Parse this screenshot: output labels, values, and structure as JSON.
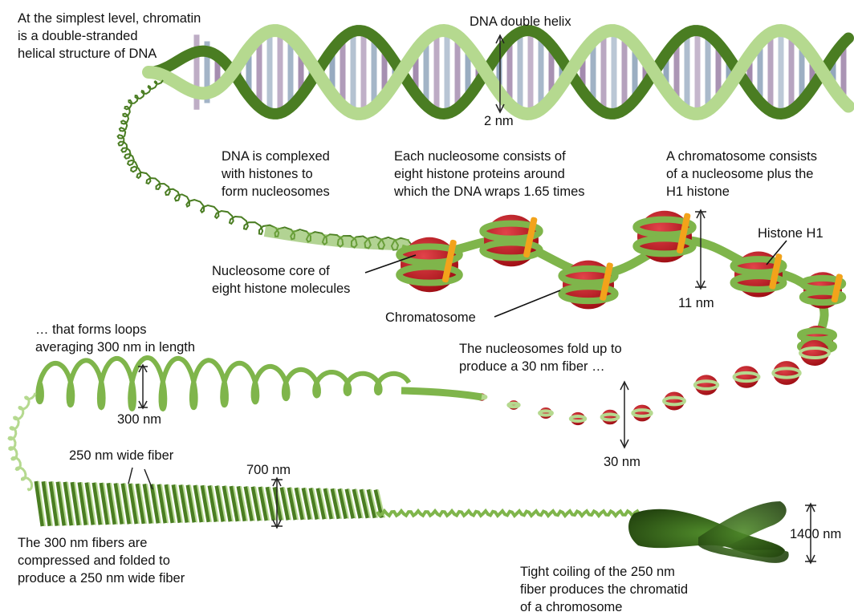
{
  "labels": {
    "chromatin_intro": "At the simplest level, chromatin\nis a double-stranded\nhelical structure of DNA",
    "dna_helix": "DNA double helix",
    "helix_width": "2 nm",
    "complexed": "DNA is complexed\nwith histones to\nform nucleosomes",
    "nucleosome_desc": "Each nucleosome consists of\neight histone proteins around\nwhich the DNA wraps 1.65 times",
    "chromatosome_desc": "A chromatosome consists\nof a nucleosome plus the\nH1 histone",
    "histone_h1": "Histone H1",
    "core": "Nucleosome core of\neight histone molecules",
    "nucleosome_size": "11 nm",
    "chromatosome": "Chromatosome",
    "loops": "… that forms loops\naveraging 300 nm in length",
    "fold": "The nucleosomes fold up to\nproduce a 30 nm fiber …",
    "loop_size": "300 nm",
    "fiber_size": "30 nm",
    "wide_fiber": "250 nm wide fiber",
    "coil_size": "700 nm",
    "chromosome_size": "1400 nm",
    "compressed": "The 300 nm fibers are\ncompressed and folded to\nproduce a 250 nm wide fiber",
    "tight_coiling": "Tight coiling of the 250 nm\nfiber produces the chromatid\nof a chromosome"
  },
  "colors": {
    "strand_light": "#b5d98f",
    "strand_dark": "#4a7d22",
    "strand_mid": "#7fb54b",
    "base_purple": "#9a7fa6",
    "base_blue": "#8aa0b8",
    "histone_red": "#c4121b",
    "histone_h1_orange": "#f2a31b",
    "chromosome_dark": "#2f5a18"
  }
}
